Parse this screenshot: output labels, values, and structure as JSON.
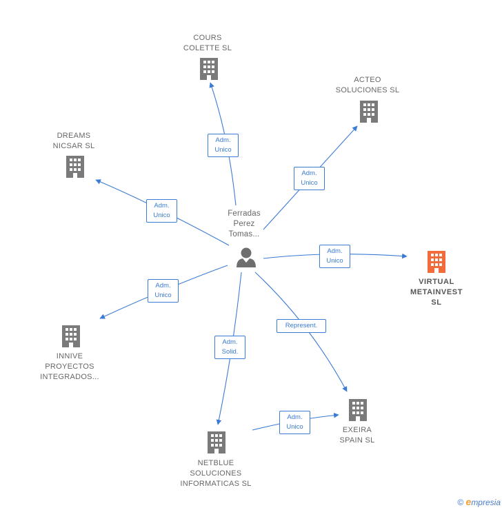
{
  "colors": {
    "edge": "#3a7bd5",
    "building": "#7a7a7a",
    "building_highlight": "#f26b3a",
    "person": "#6e6e6e"
  },
  "center": {
    "name_lines": [
      "Ferradas",
      "Perez",
      "Tomas..."
    ],
    "icon": "person-icon"
  },
  "companies": [
    {
      "id": "cours",
      "lines": [
        "COURS",
        "COLETTE SL"
      ],
      "icon": "building-icon",
      "highlight": false
    },
    {
      "id": "acteo",
      "lines": [
        "ACTEO",
        "SOLUCIONES SL"
      ],
      "icon": "building-icon",
      "highlight": false
    },
    {
      "id": "dreams",
      "lines": [
        "DREAMS",
        "NICSAR  SL"
      ],
      "icon": "building-icon",
      "highlight": false
    },
    {
      "id": "virtual",
      "lines": [
        "VIRTUAL",
        "METAINVEST",
        "SL"
      ],
      "icon": "building-icon",
      "highlight": true
    },
    {
      "id": "innive",
      "lines": [
        "INNIVE",
        "PROYECTOS",
        "INTEGRADOS..."
      ],
      "icon": "building-icon",
      "highlight": false
    },
    {
      "id": "exeira",
      "lines": [
        "EXEIRA",
        "SPAIN  SL"
      ],
      "icon": "building-icon",
      "highlight": false
    },
    {
      "id": "netblue",
      "lines": [
        "NETBLUE",
        "SOLUCIONES",
        "INFORMATICAS SL"
      ],
      "icon": "building-icon",
      "highlight": false
    }
  ],
  "relations": [
    {
      "id": "cours",
      "lines": [
        "Adm.",
        "Unico"
      ]
    },
    {
      "id": "acteo",
      "lines": [
        "Adm.",
        "Unico"
      ]
    },
    {
      "id": "dreams",
      "lines": [
        "Adm.",
        "Unico"
      ]
    },
    {
      "id": "virtual",
      "lines": [
        "Adm.",
        "Unico"
      ]
    },
    {
      "id": "innive",
      "lines": [
        "Adm.",
        "Unico"
      ]
    },
    {
      "id": "exeira",
      "lines": [
        "Represent."
      ]
    },
    {
      "id": "netblue",
      "lines": [
        "Adm.",
        "Solid."
      ]
    },
    {
      "id": "netblue-exeira",
      "lines": [
        "Adm.",
        "Unico"
      ]
    }
  ],
  "footer": {
    "copyright": "©",
    "brand_initial": "e",
    "brand_rest": "mpresia"
  }
}
